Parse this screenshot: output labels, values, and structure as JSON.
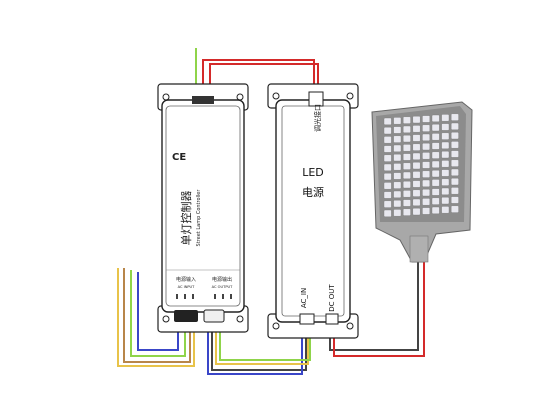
{
  "controller": {
    "brand_header": "",
    "model_top": "",
    "ce_mark": "CE",
    "title_cn": "单灯控制器",
    "title_en": "Street Lamp Controller",
    "spec_line_1": "",
    "spec_line_2": "",
    "port_input_cn": "电源输入",
    "port_input_en": "AC INPUT",
    "port_output_cn": "电源输出",
    "port_output_en": "AC OUTPUT"
  },
  "led_driver": {
    "dim_port_label": "调光接口",
    "name_line_1": "LED",
    "name_line_2": "电源",
    "ac_in_label": "AC_IN",
    "dc_out_label": "DC OUT"
  },
  "colors": {
    "wire_green": "#8fd44a",
    "wire_red": "#d42a2a",
    "wire_blue": "#3a46c8",
    "wire_brown": "#b8864a",
    "wire_yellow": "#e8c34a",
    "wire_dark": "#444444",
    "housing_stroke": "#222222",
    "lamp_body": "#9a9a9a",
    "lamp_led": "#e8e8ef"
  }
}
